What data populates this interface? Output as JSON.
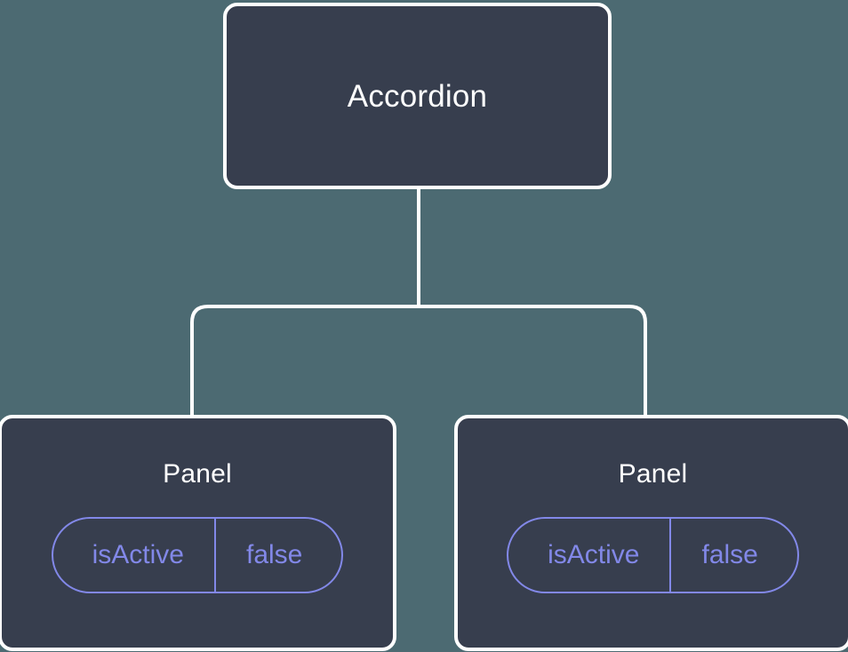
{
  "diagram": {
    "type": "component-tree",
    "background_color": "#4C6A72",
    "node_fill_color": "#373E4E",
    "node_border_color": "#FFFFFF",
    "connector_color": "#FFFFFF",
    "prop_accent_color": "#8288E8",
    "root": {
      "id": "accordion",
      "label": "Accordion"
    },
    "children": [
      {
        "id": "panel-left",
        "label": "Panel",
        "prop": {
          "key": "isActive",
          "value": "false"
        }
      },
      {
        "id": "panel-right",
        "label": "Panel",
        "prop": {
          "key": "isActive",
          "value": "false"
        }
      }
    ]
  }
}
